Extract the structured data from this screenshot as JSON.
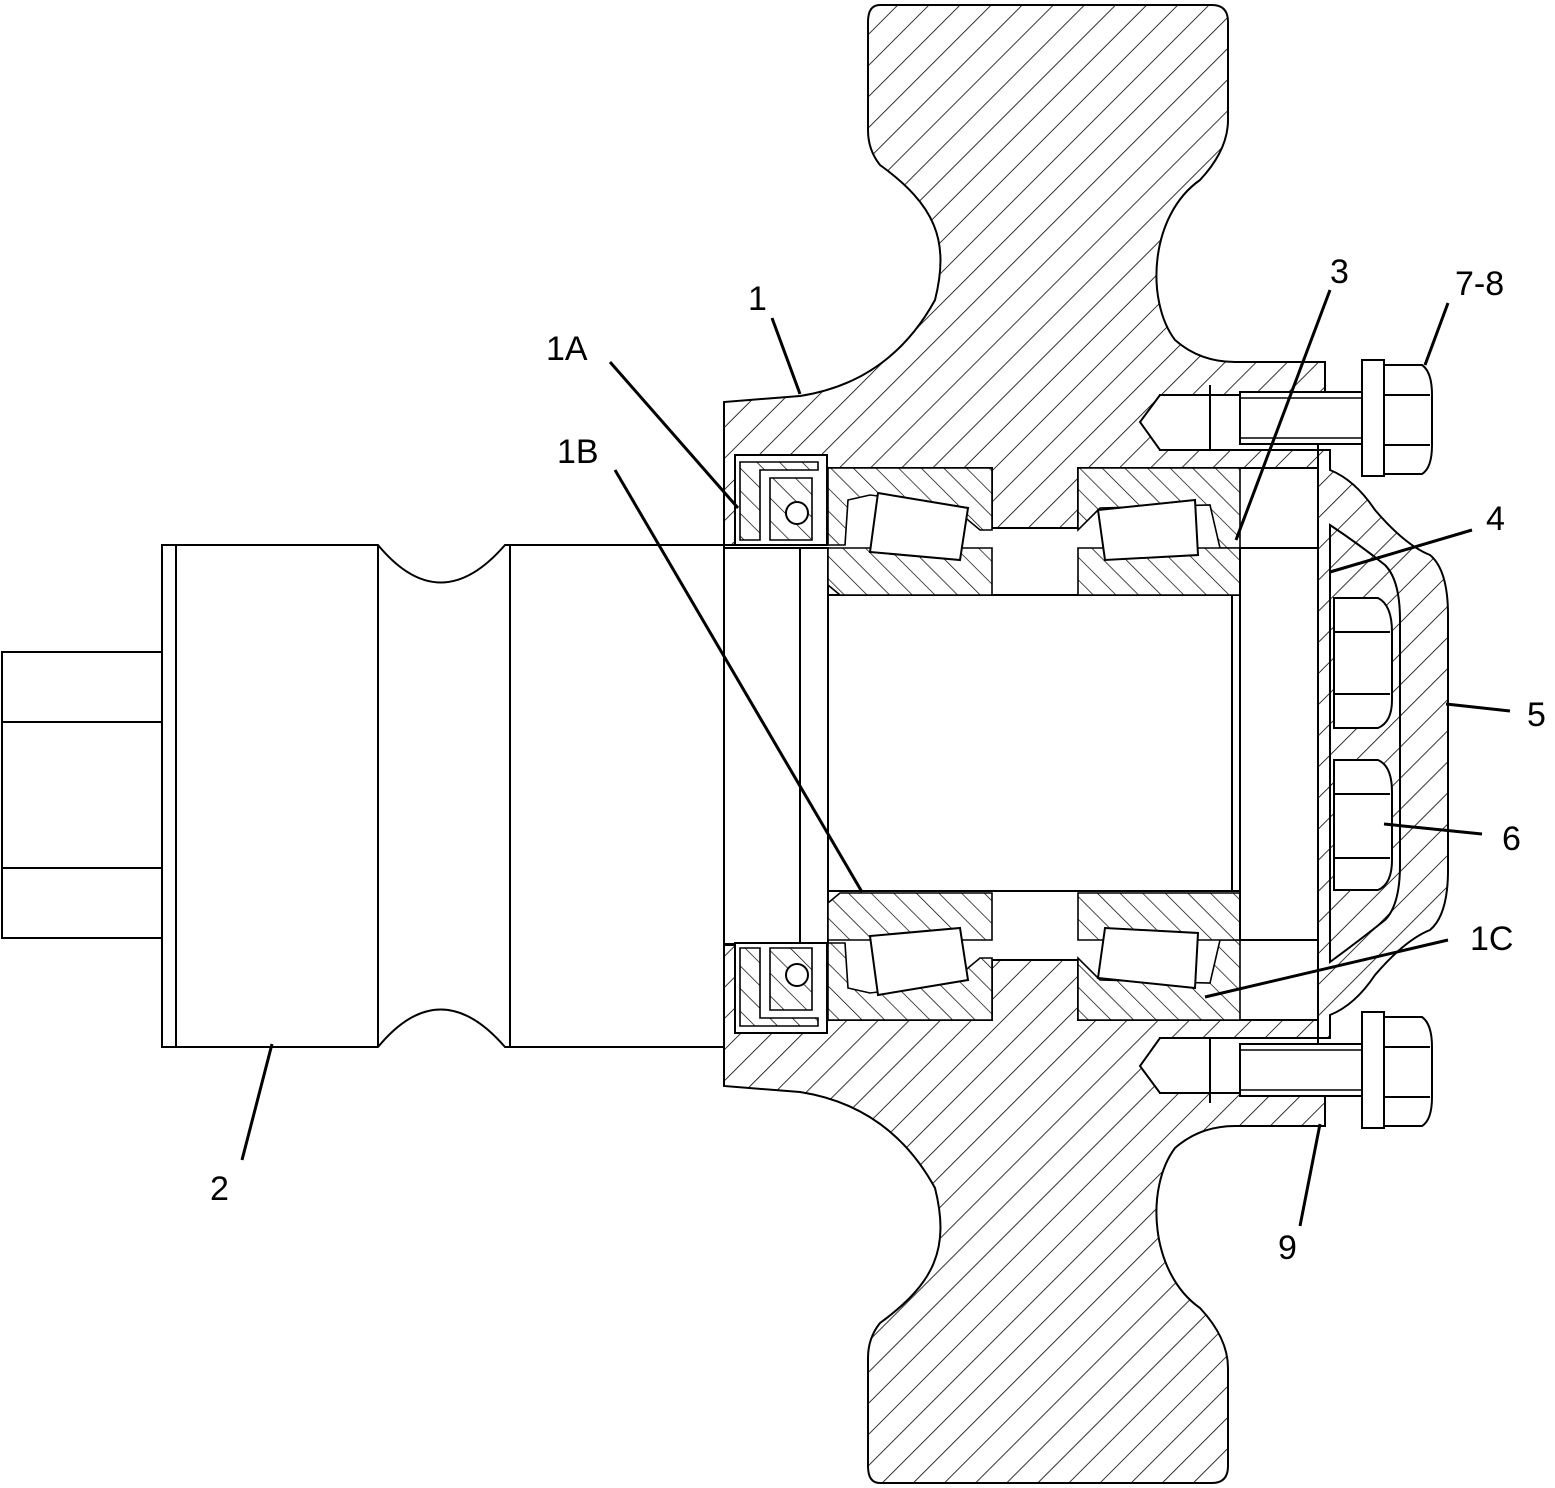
{
  "callouts": {
    "c1": "1",
    "c1a": "1A",
    "c1b": "1B",
    "c1c": "1C",
    "c2": "2",
    "c3": "3",
    "c4": "4",
    "c5": "5",
    "c6": "6",
    "c78": "7-8",
    "c9": "9"
  },
  "colors": {
    "line": "#000000",
    "background": "#ffffff"
  }
}
